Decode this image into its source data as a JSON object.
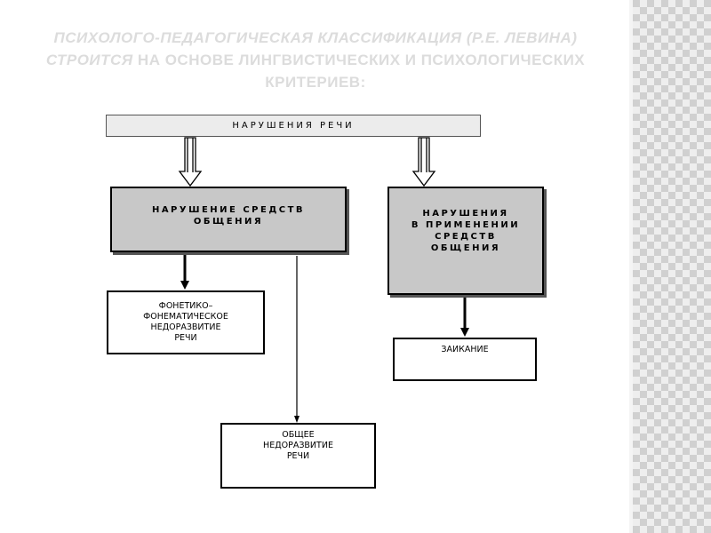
{
  "title": {
    "line_italic": "Психолого-педагогическая классификация (Р.Е. Левина) строится",
    "line_rest": " на основе лингвистических и психологических критериев:"
  },
  "diagram": {
    "root": "НАРУШЕНИЯ  РЕЧИ",
    "category_1": "НАРУШЕНИЕ  СРЕДСТВ\nОБЩЕНИЯ",
    "category_2": "НАРУШЕНИЯ\nВ ПРИМЕНЕНИИ\nСРЕДСТВ\nОБЩЕНИЯ",
    "leaf_1": "ФОНЕТИКО–\nФОНЕМАТИЧЕСКОЕ\nНЕДОРАЗВИТИЕ\nРЕЧИ",
    "leaf_2": "ЗАИКАНИЕ",
    "leaf_3": "ОБЩЕЕ\nНЕДОРАЗВИТИЕ\nРЕЧИ"
  },
  "colors": {
    "category_fill": "#c8c8c8",
    "root_fill": "#ececec",
    "title_text": "#dcdcdc",
    "side_pattern": "#d0d0d0"
  }
}
